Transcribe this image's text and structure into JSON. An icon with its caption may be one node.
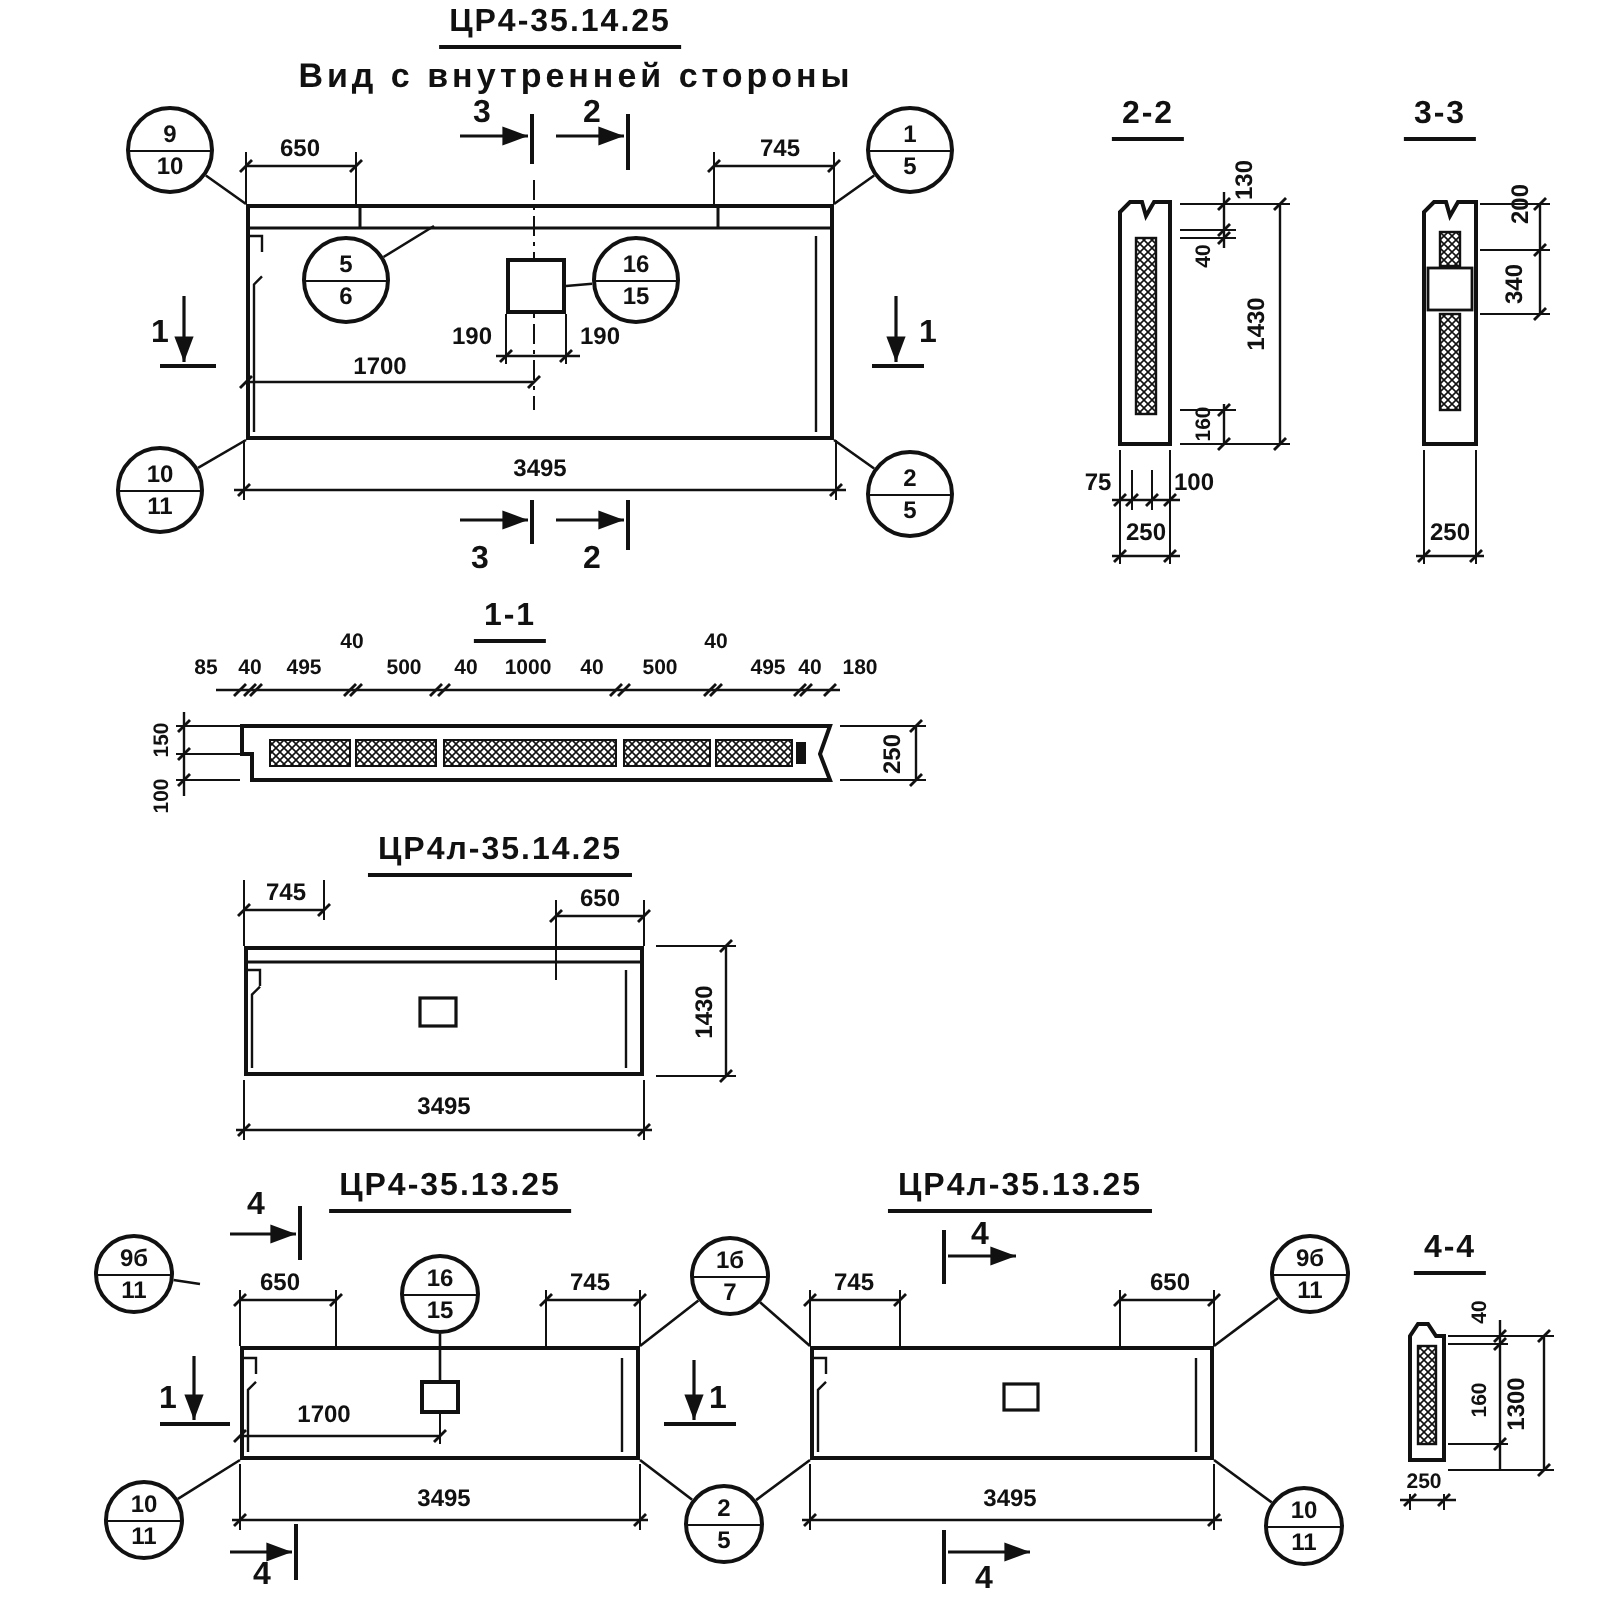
{
  "diagram": {
    "nodes": [
      {
        "text": [
          "9",
          "10"
        ]
      },
      {
        "text": [
          "1",
          "5"
        ]
      },
      {
        "text": [
          "5",
          "6"
        ],
        "in": 6
      },
      {
        "text": [
          "16",
          "15"
        ],
        "in": 6
      },
      {
        "text": [
          "10",
          "11"
        ]
      },
      {
        "text": [
          "2",
          "5"
        ]
      },
      {
        "text": [],
        "shape": "box"
      },
      {
        "text": [],
        "shape": "box",
        "in": 6
      },
      {
        "text": [],
        "shape": "box"
      },
      {
        "text": [
          "9б",
          "11"
        ]
      },
      {
        "text": [
          "16",
          "15"
        ]
      },
      {
        "text": [
          "1б",
          "7"
        ]
      },
      {
        "text": [
          "10",
          "11"
        ]
      },
      {
        "text": [
          "2",
          "5"
        ]
      },
      {
        "text": [
          "9б",
          "11"
        ]
      },
      {
        "text": [
          "10",
          "11"
        ]
      },
      {
        "text": [],
        "shape": "box"
      },
      {
        "text": [],
        "shape": "box",
        "in": 16
      },
      {
        "text": [],
        "shape": "box"
      }
    ],
    "edges": [
      {
        "from": 0,
        "to": 6,
        "arrow": "none"
      },
      {
        "from": 1,
        "to": 6,
        "arrow": "none"
      },
      {
        "from": 2,
        "to": 6,
        "arrow": "none"
      },
      {
        "from": 3,
        "to": 7,
        "arrow": "none"
      },
      {
        "from": 4,
        "to": 6,
        "arrow": "none"
      },
      {
        "from": 5,
        "to": 6,
        "arrow": "none"
      },
      {
        "from": 9,
        "to": null,
        "arrow": "none"
      },
      {
        "from": 10,
        "to": 17,
        "arrow": "none"
      },
      {
        "from": 11,
        "to": 16,
        "arrow": "none"
      },
      {
        "from": 11,
        "to": 18,
        "arrow": "none"
      },
      {
        "from": 12,
        "to": 16,
        "arrow": "none"
      },
      {
        "from": 13,
        "to": 16,
        "arrow": "none"
      },
      {
        "from": 13,
        "to": 18,
        "arrow": "none"
      },
      {
        "from": 14,
        "to": 18,
        "arrow": "none"
      },
      {
        "from": 15,
        "to": 18,
        "arrow": "none"
      }
    ],
    "labels": [
      "ЦР4-35.14.25",
      "Вид с внутренней стороны",
      "3",
      "2",
      "650",
      "745",
      "1",
      "190",
      "190",
      "1",
      "1700",
      "3495",
      "3",
      "2",
      "2-2",
      "3-3",
      "130",
      "40",
      "1430",
      "160",
      "75",
      "100",
      "250",
      "200",
      "340",
      "250",
      "1-1",
      "85",
      "40",
      "495",
      "40",
      "500",
      "40",
      "1000",
      "40",
      "500",
      "40",
      "495",
      "40",
      "180",
      "150",
      "100",
      "250",
      "ЦР4л-35.14.25",
      "745",
      "650",
      "1430",
      "3495",
      "ЦР4-35.13.25",
      "4",
      "ЦР4л-35.13.25",
      "4",
      "4-4",
      "650",
      "745",
      "745",
      "650",
      "1",
      "1",
      "40",
      "1700",
      "160",
      "1300",
      "3495",
      "3495",
      "250",
      "4",
      "4"
    ]
  }
}
